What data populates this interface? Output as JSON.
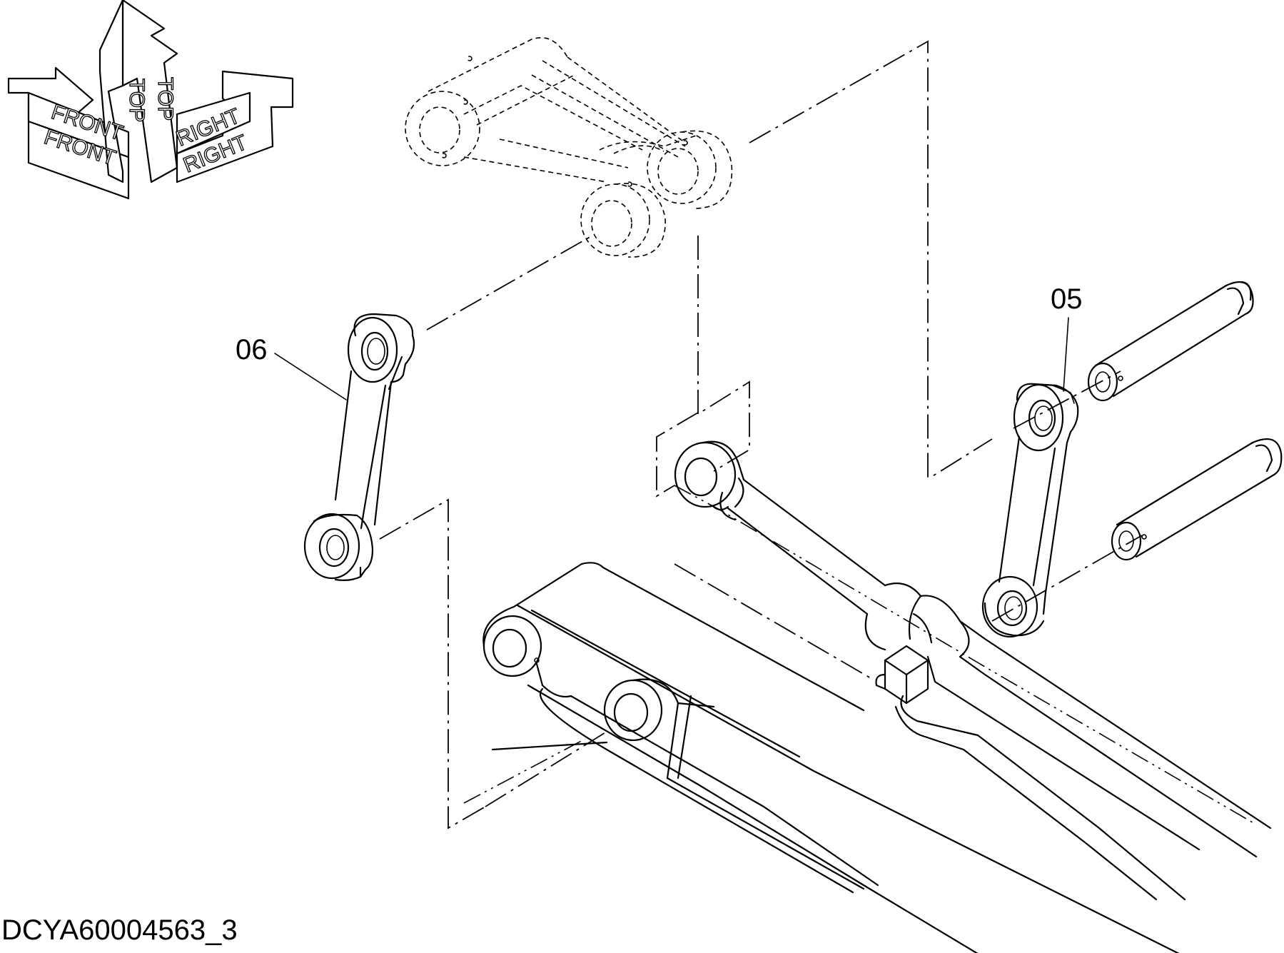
{
  "orientation": {
    "front_label": "FRONT",
    "top_label": "TOP",
    "right_label": "RIGHT"
  },
  "callouts": {
    "part_05": "05",
    "part_06": "06"
  },
  "drawing_id": "DCYA60004563_3"
}
